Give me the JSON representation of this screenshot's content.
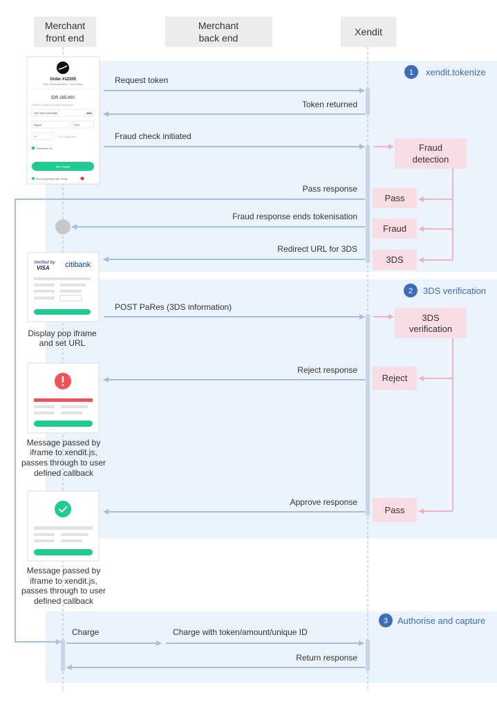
{
  "lanes": {
    "merchant_front": [
      "Merchant",
      "front end"
    ],
    "merchant_back": [
      "Merchant",
      "back end"
    ],
    "xendit": "Xendit"
  },
  "sections": [
    {
      "number": "1",
      "title": "xendit.tokenize"
    },
    {
      "number": "2",
      "title": "3DS verification"
    },
    {
      "number": "3",
      "title": "Authorise and capture"
    }
  ],
  "messages": {
    "request_token": "Request token",
    "token_returned": "Token returned",
    "fraud_check": "Fraud check initiated",
    "pass_response": "Pass response",
    "fraud_ends": "Fraud response ends tokenisation",
    "redirect_3ds": "Redirect URL for 3DS",
    "post_pares": "POST PaRes (3DS information)",
    "reject_response": "Reject response",
    "approve_response": "Approve response",
    "charge": "Charge",
    "charge_with": "Charge with token/amount/unique ID",
    "return_response": "Return response"
  },
  "boxes": {
    "fraud_detection": [
      "Fraud",
      "detection"
    ],
    "pass": "Pass",
    "fraud": "Fraud",
    "three_ds": "3DS",
    "three_ds_verification": [
      "3DS",
      "verification"
    ],
    "reject": "Reject",
    "pass2": "Pass"
  },
  "captions": {
    "display_iframe": [
      "Display pop iframe",
      "and set URL"
    ],
    "message_reject": [
      "Message passed by",
      "iframe to xendit.js,",
      "passes through to user",
      "defined callback"
    ],
    "message_approve": [
      "Message passed by",
      "iframe to xendit.js,",
      "passes through to user",
      "defined callback"
    ]
  },
  "checkout": {
    "order": "Order #12305",
    "subtitle": "Nike Internationalist - Tech Black",
    "amount": "IDR 285.000",
    "hint": "Please provide your credit card details",
    "card_number": "4257 5010 1234 5555",
    "card_brand": "VISA",
    "month": "August",
    "year": "2019",
    "cvv": "***",
    "cvv_hint": "3 or 4 digits code",
    "remember": "Remember me",
    "pay_button": "PAY NOW",
    "secure": "Secure payments with Xendit"
  },
  "threeds_card": {
    "verified_by": "Verified by",
    "visa": "VISA",
    "bank": "citibank"
  },
  "colors": {
    "lane_header": "#ececec",
    "section_bg": "#ebf3fc",
    "arrow_blue": "#a9bde0",
    "pink_box": "#f9dde5",
    "pink_arrow": "#eeb2c1",
    "badge": "#3d6cb9",
    "green": "#1fcb8f",
    "red": "#f05356"
  }
}
